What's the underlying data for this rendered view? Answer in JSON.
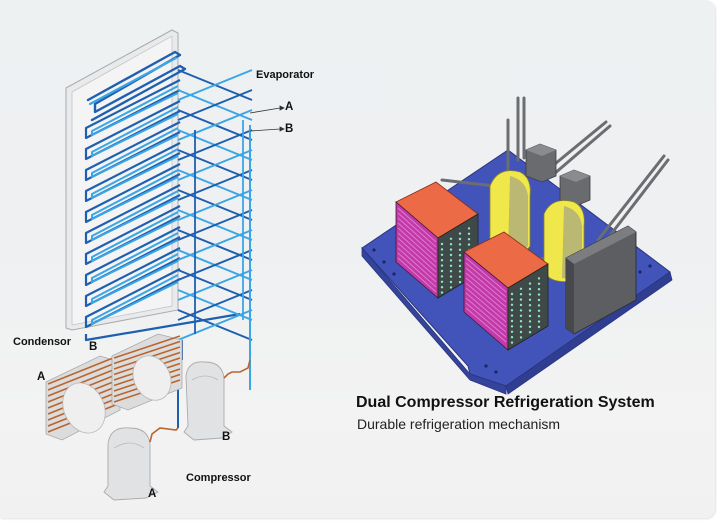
{
  "left_diagram": {
    "labels": {
      "evaporator": "Evaporator",
      "evaporator_a": "A",
      "evaporator_b": "B",
      "condensor": "Condensor",
      "condensor_a": "A",
      "condensor_b": "B",
      "compressor": "Compressor",
      "compressor_a": "A",
      "compressor_b": "B"
    },
    "colors": {
      "coil_dark": "#1f5fb0",
      "coil_light": "#3aa6e6",
      "condenser_tube": "#b8652e",
      "housing": "#d9dadb"
    }
  },
  "right_diagram": {
    "colors": {
      "base_plate": "#3f52b8",
      "condenser_top": "#ec6a45",
      "condenser_fins": "#c23aa8",
      "compressor_body": "#f0e84a",
      "control_box": "#5d5e62",
      "pipes": "#6c6d70"
    }
  },
  "caption": {
    "title": "Dual Compressor Refrigeration System",
    "subtitle": "Durable refrigeration mechanism"
  }
}
